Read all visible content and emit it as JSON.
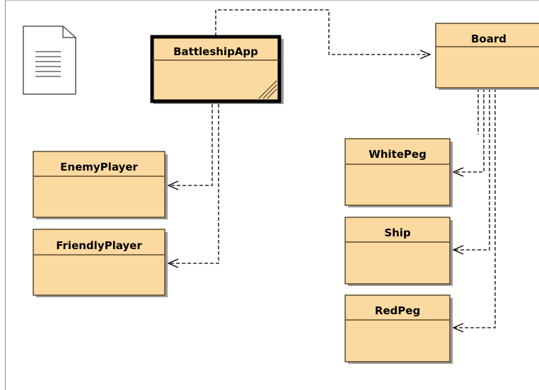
{
  "diagram": {
    "main_class": {
      "name": "BattleshipApp"
    },
    "classes": [
      {
        "id": "board",
        "name": "Board"
      },
      {
        "id": "enemy",
        "name": "EnemyPlayer"
      },
      {
        "id": "friendly",
        "name": "FriendlyPlayer"
      },
      {
        "id": "white",
        "name": "WhitePeg"
      },
      {
        "id": "ship",
        "name": "Ship"
      },
      {
        "id": "red",
        "name": "RedPeg"
      }
    ],
    "dependencies": [
      {
        "from": "BattleshipApp",
        "to": "Board"
      },
      {
        "from": "BattleshipApp",
        "to": "EnemyPlayer"
      },
      {
        "from": "BattleshipApp",
        "to": "FriendlyPlayer"
      },
      {
        "from": "Board",
        "to": "WhitePeg"
      },
      {
        "from": "Board",
        "to": "Ship"
      },
      {
        "from": "Board",
        "to": "RedPeg"
      }
    ],
    "colors": {
      "class_fill": "#fcd9a0",
      "class_border": "#5a4a2a",
      "selected_border": "#000000",
      "shadow": "#9a9a9a",
      "line": "#000000"
    }
  }
}
